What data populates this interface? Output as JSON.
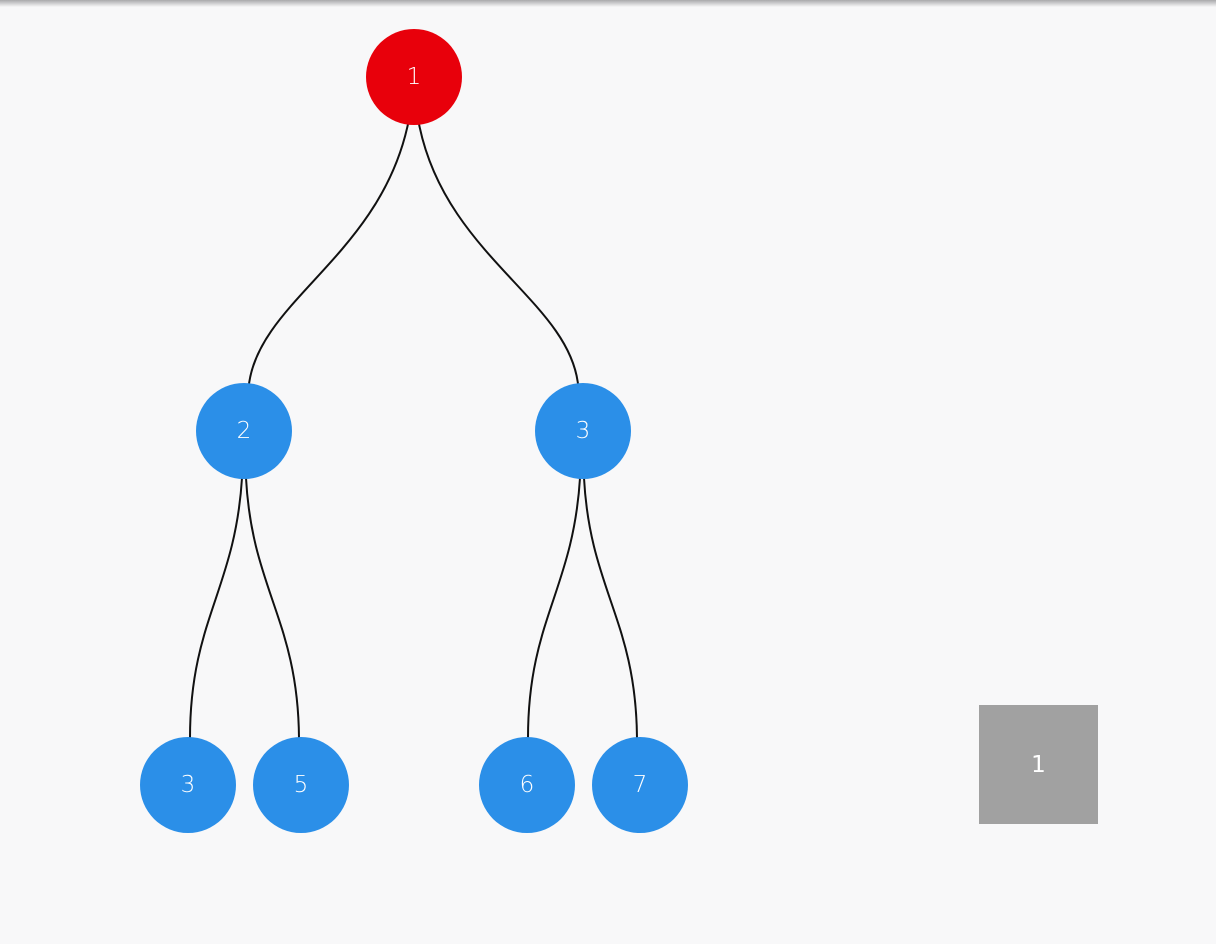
{
  "tree": {
    "colors": {
      "root": "#e8000b",
      "node": "#2b8fe8",
      "edge": "#111111",
      "background": "#f8f8f9"
    },
    "nodes": [
      {
        "id": "n1",
        "label": "1",
        "level": "root"
      },
      {
        "id": "n2",
        "label": "2",
        "level": "child"
      },
      {
        "id": "n3",
        "label": "3",
        "level": "child"
      },
      {
        "id": "n4",
        "label": "3",
        "level": "leaf"
      },
      {
        "id": "n5",
        "label": "5",
        "level": "leaf"
      },
      {
        "id": "n6",
        "label": "6",
        "level": "leaf"
      },
      {
        "id": "n7",
        "label": "7",
        "level": "leaf"
      }
    ],
    "edges": [
      [
        "n1",
        "n2"
      ],
      [
        "n1",
        "n3"
      ],
      [
        "n2",
        "n4"
      ],
      [
        "n2",
        "n5"
      ],
      [
        "n3",
        "n6"
      ],
      [
        "n3",
        "n7"
      ]
    ]
  },
  "square": {
    "label": "1",
    "color": "#a1a1a1"
  }
}
